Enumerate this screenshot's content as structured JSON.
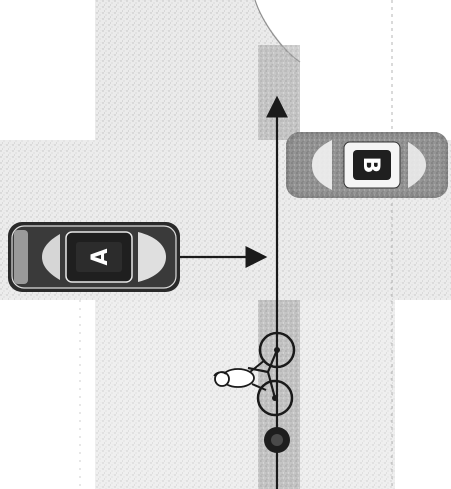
{
  "vehicles": {
    "car_a": {
      "label": "A",
      "direction": "east"
    },
    "car_b": {
      "label": "B",
      "direction": "west"
    }
  },
  "cyclist": {
    "direction": "north"
  },
  "colors": {
    "road_texture": "#c9c9c9",
    "lane_strip": "#9a9a9a",
    "car_body": "#2a2a2a",
    "car_highlight": "#f2f2f2",
    "arrow": "#1a1a1a"
  }
}
